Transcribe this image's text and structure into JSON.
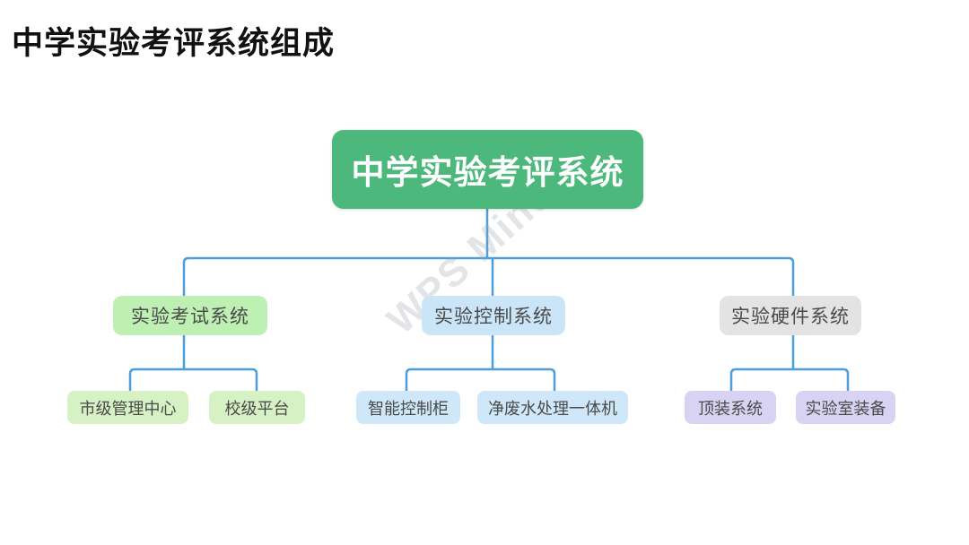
{
  "page": {
    "title": "中学实验考评系统组成",
    "background": "#ffffff"
  },
  "watermark": {
    "text": "WPS Mind"
  },
  "diagram": {
    "line_color": "#4a9edb",
    "root": {
      "label": "中学实验考评系统",
      "bg_color": "#4cb87c",
      "text_color": "#ffffff"
    },
    "branches": [
      {
        "label": "实验考试系统",
        "bg_color": "#bdf0b2",
        "text_color": "#4a4a4a",
        "children": [
          {
            "label": "市级管理中心",
            "bg_color": "#d6f2c4",
            "text_color": "#4a4a4a"
          },
          {
            "label": "校级平台",
            "bg_color": "#d6f2c4",
            "text_color": "#4a4a4a"
          }
        ]
      },
      {
        "label": "实验控制系统",
        "bg_color": "#cbe5f8",
        "text_color": "#4a4a4a",
        "children": [
          {
            "label": "智能控制柜",
            "bg_color": "#cfe8f9",
            "text_color": "#4a4a4a"
          },
          {
            "label": "净废水处理一体机",
            "bg_color": "#cfe8f9",
            "text_color": "#4a4a4a"
          }
        ]
      },
      {
        "label": "实验硬件系统",
        "bg_color": "#e3e3e3",
        "text_color": "#4a4a4a",
        "children": [
          {
            "label": "顶装系统",
            "bg_color": "#d9d3f3",
            "text_color": "#4a4a4a"
          },
          {
            "label": "实验室装备",
            "bg_color": "#d9d3f3",
            "text_color": "#4a4a4a"
          }
        ]
      }
    ]
  }
}
